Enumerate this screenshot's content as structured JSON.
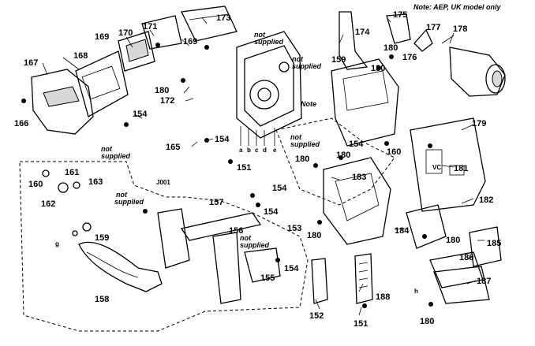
{
  "note": "Note: AEP, UK model only",
  "board_marking": "VC",
  "labels": {
    "l173": "173",
    "l171": "171",
    "l170": "170",
    "l169a": "169",
    "l169b": "169",
    "l168": "168",
    "l167": "167",
    "l166": "166",
    "l180a": "180",
    "l172": "172",
    "l154a": "154",
    "l165": "165",
    "l154b": "154",
    "l151a": "151",
    "j001": "J001",
    "l174": "174",
    "l175": "175",
    "l177": "177",
    "l176": "176",
    "l178": "178",
    "l180b": "180",
    "l180c": "180",
    "l159a": "159",
    "note_mid": "Note",
    "l154c": "154",
    "l160": "160",
    "l179": "179",
    "l181": "181",
    "l180d": "180",
    "l180e": "180",
    "l183": "183",
    "l182": "182",
    "l184": "184",
    "l180f": "180",
    "l185": "185",
    "l186": "186",
    "l187": "187",
    "l180g": "180",
    "l161": "161",
    "l160b": "160",
    "l163": "163",
    "l162": "162",
    "l159b": "159",
    "l158": "158",
    "l157": "157",
    "l156": "156",
    "l154d": "154",
    "l154e": "154",
    "l153": "153",
    "l180h": "180",
    "l155": "155",
    "l154f": "154",
    "l152": "152",
    "l151b": "151",
    "l188": "188"
  },
  "notes": {
    "n1a": "not",
    "n1b": "supplied",
    "n2a": "not",
    "n2b": "supplied",
    "n3a": "not",
    "n3b": "supplied",
    "n4a": "not",
    "n4b": "supplied",
    "n5a": "not",
    "n5b": "supplied",
    "n6a": "not",
    "n6b": "supplied"
  },
  "letters": {
    "a": "a",
    "b": "b",
    "c": "c",
    "d": "d",
    "e": "e",
    "g": "g",
    "h": "h"
  }
}
